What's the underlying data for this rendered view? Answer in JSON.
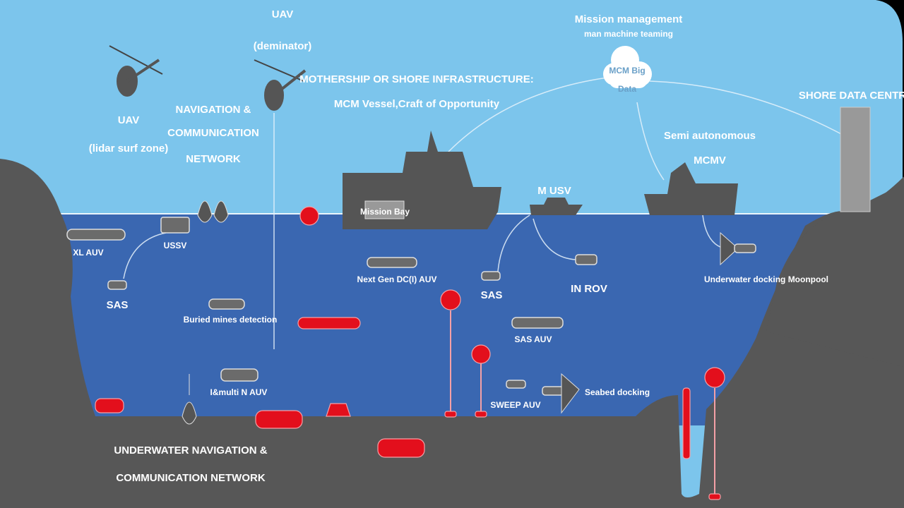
{
  "labels": {
    "uav_lidar": [
      "UAV",
      "(lidar surf zone)"
    ],
    "uav_deminator": [
      "UAV",
      "(deminator)"
    ],
    "nav_network": [
      "NAVIGATION &",
      "COMMUNICATION",
      "NETWORK"
    ],
    "mothership": [
      "MOTHERSHIP OR SHORE INFRASTRUCTURE:",
      "MCM Vessel,Craft of Opportunity"
    ],
    "mission_mgmt": "Mission management",
    "mission_mgmt_sub": "man machine teaming",
    "cloud": [
      "MCM Big",
      "Data"
    ],
    "shore_data": "SHORE DATA CENTRE",
    "semi_auto": [
      "Semi autonomous",
      "MCMV"
    ],
    "m_usv": "M USV",
    "mission_bay": "Mission Bay",
    "xl_auv": "XL AUV",
    "ussv": "USSV",
    "sas_left": "SAS",
    "next_gen": "Next Gen DC(I) AUV",
    "sas_mid": "SAS",
    "in_rov": "IN ROV",
    "moonpool": "Underwater docking Moonpool",
    "buried": "Buried mines detection",
    "sas_auv": "SAS AUV",
    "multi_auv": "I&multi N AUV",
    "sweep_auv": "SWEEP AUV",
    "seabed_docking": "Seabed docking",
    "underwater_nav": [
      "UNDERWATER NAVIGATION &",
      "COMMUNICATION NETWORK"
    ]
  },
  "colors": {
    "sky": "#7cc5ec",
    "water": "#3a67b1",
    "land": "#575757",
    "mine": "#e30f1c"
  }
}
